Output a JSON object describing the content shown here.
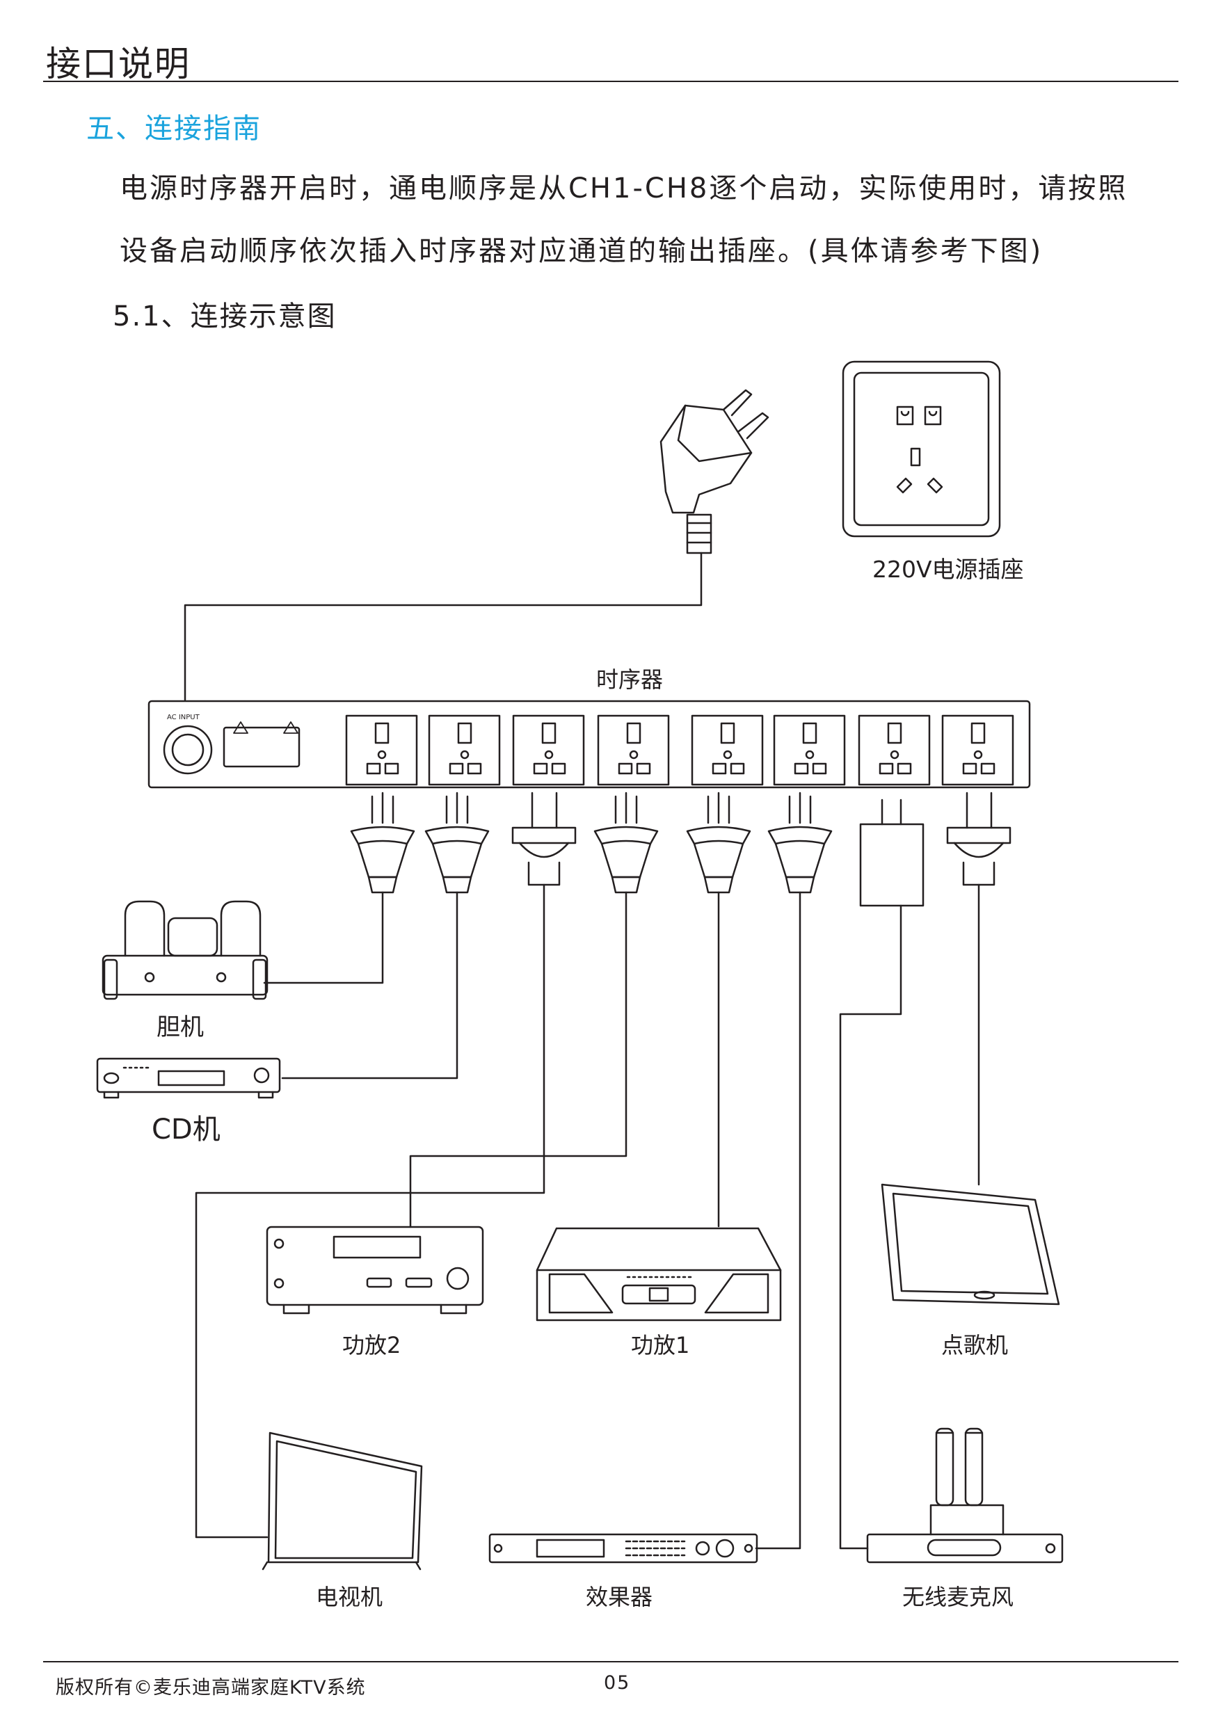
{
  "header": {
    "title": "接口说明"
  },
  "section": {
    "heading": "五、连接指南",
    "paragraph_line1": "电源时序器开启时，通电顺序是从CH1-CH8逐个启动，实际使用时，请按照",
    "paragraph_line2": "设备启动顺序依次插入时序器对应通道的输出插座。(具体请参考下图)",
    "subheading": "5.1、连接示意图"
  },
  "diagram": {
    "wall_socket_label": "220V电源插座",
    "sequencer_label": "时序器",
    "ac_input_label": "AC INPUT",
    "devices": {
      "tube_amp": "胆机",
      "cd_player": "CD机",
      "amp2": "功放2",
      "amp1": "功放1",
      "karaoke_machine": "点歌机",
      "tv": "电视机",
      "effects": "效果器",
      "wireless_mic": "无线麦克风"
    },
    "colors": {
      "heading_accent": "#1aa3dd",
      "line": "#231f20"
    }
  },
  "footer": {
    "copyright": "版权所有©麦乐迪高端家庭KTV系统",
    "page_number": "05"
  }
}
